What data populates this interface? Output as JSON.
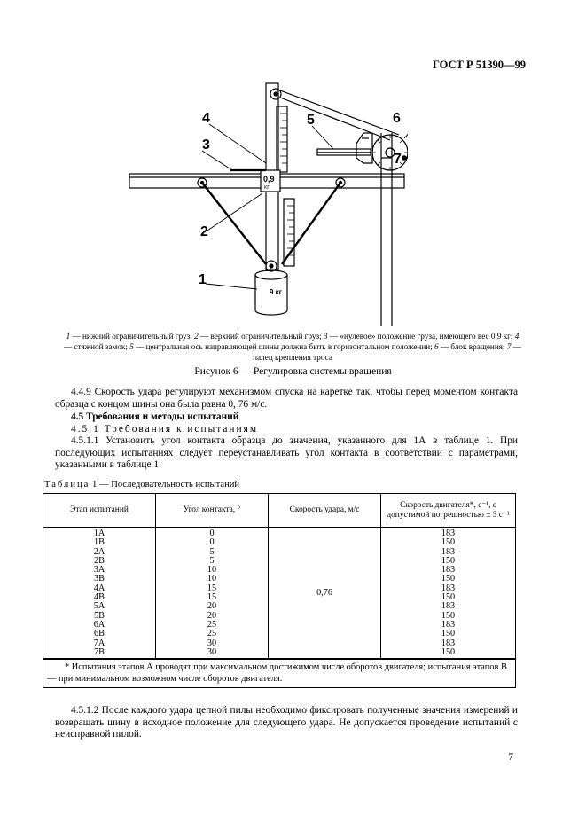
{
  "header": {
    "code": "ГОСТ Р 51390—99"
  },
  "figure": {
    "labels": [
      "1",
      "2",
      "3",
      "4",
      "5",
      "6",
      "7"
    ],
    "display_text": "0,9",
    "display_unit": "КГ",
    "weight_text": "9 кг",
    "legend": [
      {
        "n": "1",
        "text": " — нижний ограничительный груз; "
      },
      {
        "n": "2",
        "text": " — верхний ограничительный груз; "
      },
      {
        "n": "3",
        "text": " — «нулевое» положение груза, имеющего вес 0,9 кг; "
      },
      {
        "n": "4",
        "text": " — стяжной замок; "
      },
      {
        "n": "5",
        "text": " — центральная ось направляющей шины должна быть в горизонтальном положении; "
      },
      {
        "n": "6",
        "text": " — блок вращения; "
      },
      {
        "n": "7",
        "text": " — палец крепления троса"
      }
    ],
    "title": "Рисунок 6 — Регулировка системы вращения"
  },
  "text": {
    "p449": "4.4.9 Скорость удара регулируют механизмом спуска на каретке так, чтобы перед моментом контакта образца с концом шины она была равна 0, 76 м/с.",
    "h45": "4.5 Требования и методы испытаний",
    "h451": "4.5.1 Требования к испытаниям",
    "p4511": "4.5.1.1 Установить угол контакта образца до значения, указанного для 1А в таблице 1. При последующих испытаниях следует переустанавливать угол контакта в соответствии с параметрами, указанными в таблице 1.",
    "p4512": "4.5.1.2 После каждого удара цепной пилы необходимо фиксировать полученные значения измерений и возвращать шину в исходное положение для следующего удара. Не допускается проведение испытаний с неисправной пилой."
  },
  "table": {
    "label_prefix": "Таблица",
    "label_rest": "1 — Последовательность испытаний",
    "headers": [
      "Этап испытаний",
      "Угол контакта, °",
      "Скорость удара, м/с",
      "Скорость двигателя*, с⁻¹, с допустимой погрешностью ± 3 с⁻¹"
    ],
    "stages": [
      "1А",
      "1В",
      "2А",
      "2В",
      "3А",
      "3В",
      "4А",
      "4В",
      "5А",
      "5В",
      "6А",
      "6В",
      "7А",
      "7В"
    ],
    "angles": [
      "0",
      "0",
      "5",
      "5",
      "10",
      "10",
      "15",
      "15",
      "20",
      "20",
      "25",
      "25",
      "30",
      "30"
    ],
    "speed": "0,76",
    "motor": [
      "183",
      "150",
      "183",
      "150",
      "183",
      "150",
      "183",
      "150",
      "183",
      "150",
      "183",
      "150",
      "183",
      "150"
    ],
    "footnote": "* Испытания этапов А проводят при максимальном достижимом числе оборотов двигателя; испытания этапов В — при минимальном возможном числе оборотов двигателя."
  },
  "footer": {
    "page_number": "7"
  }
}
